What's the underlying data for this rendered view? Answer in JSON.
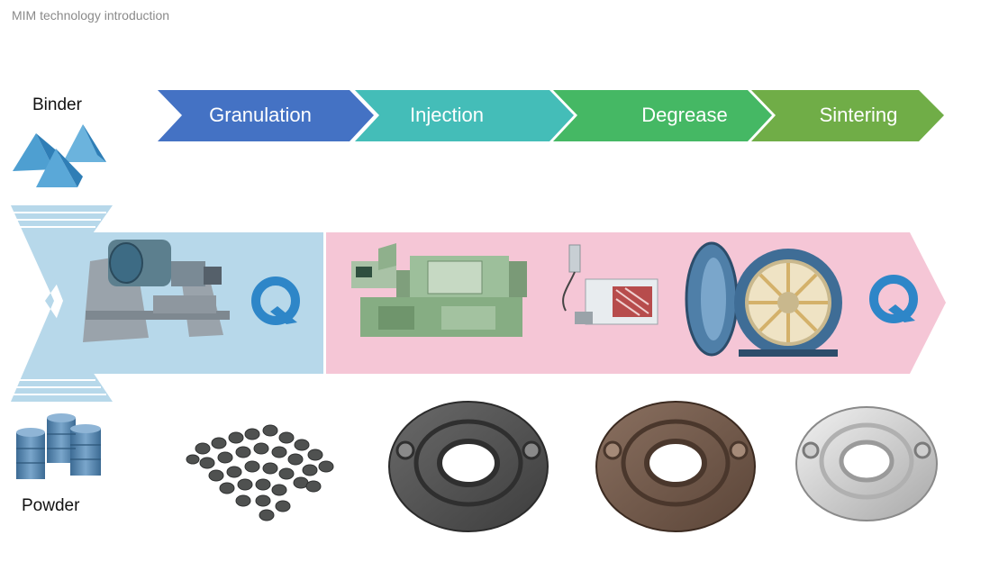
{
  "page": {
    "title": "MIM technology introduction"
  },
  "inputs": {
    "binder": "Binder",
    "powder": "Powder"
  },
  "steps": [
    {
      "label": "Granulation",
      "color": "#4472c4"
    },
    {
      "label": "Injection",
      "color": "#44bdb8"
    },
    {
      "label": "Degrease",
      "color": "#45b864"
    },
    {
      "label": "Sintering",
      "color": "#70ad47"
    }
  ],
  "colors": {
    "granulation_panel": "#b7d8ea",
    "process_panel": "#f5c6d6",
    "logo": "#2e86c8",
    "binder_pyramid": "#4e9fd1",
    "powder_drum": "#4f7fa8"
  },
  "icons": {
    "binder": "pyramid-icon",
    "powder": "barrel-stack-icon",
    "mixer": "mixer-machine-icon",
    "injection": "injection-molding-machine-icon",
    "degrease": "degreasing-oven-icon",
    "sintering": "sintering-furnace-icon",
    "logo": "q-logo-icon"
  }
}
